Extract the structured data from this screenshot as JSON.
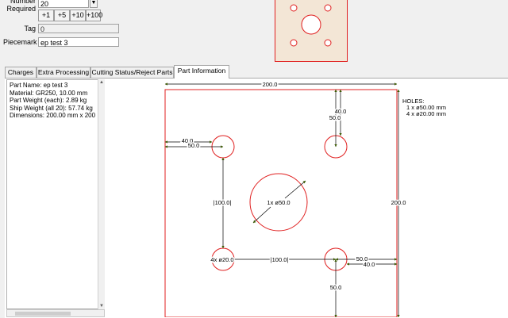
{
  "form": {
    "number_required_label": "Number\nRequired",
    "number_required_value": "20",
    "tag_label": "Tag",
    "tag_value": "0",
    "piecemark_label": "Piecemark",
    "piecemark_value": "ep test 3",
    "increment_buttons": [
      "+1",
      "+5",
      "+10",
      "+100"
    ]
  },
  "tabs": [
    {
      "label": "Charges",
      "active": false
    },
    {
      "label": "Extra Processing",
      "active": false
    },
    {
      "label": "Cutting Status/Reject Parts",
      "active": false
    },
    {
      "label": "Part Information",
      "active": true
    }
  ],
  "part_info": [
    "Part Name: ep test 3",
    "Material: GR250, 10.00 mm",
    "Part Weight (each): 2.89 kg",
    "Ship Weight (all 20): 57.74 kg",
    "Dimensions: 200.00 mm x 200"
  ],
  "drawing": {
    "width_dim": "200.0",
    "height_dim": "200.0",
    "holes_title": "HOLES:",
    "holes_lines": [
      "1 x ø50.00 mm",
      "4 x ø20.00 mm"
    ],
    "dim_40_left": "40.0",
    "dim_50_left": "50.0",
    "dim_40_top": "40.0",
    "dim_50_top": "50.0",
    "dim_100_vert": "|100.0|",
    "dim_100_horiz": "|100.0|",
    "center_hole_label": "1x ø50.0",
    "small_hole_label": "4x ø20.0",
    "dim_50_right": "50.0",
    "dim_40_right": "40.0",
    "dim_50_bottom": "50.0"
  },
  "colors": {
    "part_outline": "#e02020",
    "part_fill_preview": "#f3e6d6",
    "dimension": "#000000",
    "arrow": "#3a5a00"
  }
}
